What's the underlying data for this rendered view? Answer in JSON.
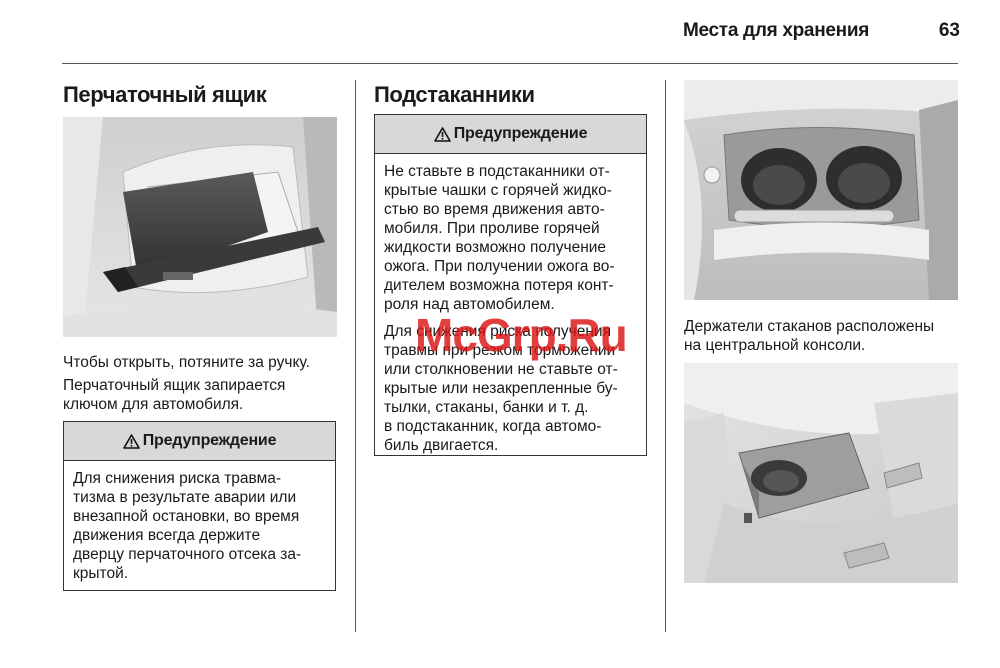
{
  "header": {
    "title": "Места для хранения",
    "page_number": "63"
  },
  "glovebox": {
    "title": "Перчаточный ящик",
    "para1": "Чтобы открыть, потяните за ручку.",
    "para2_lines": [
      "Перчаточный ящик запирается",
      "ключом для автомобиля."
    ],
    "warning": {
      "heading": "Предупреждение",
      "lines": [
        "Для снижения риска травма-",
        "тизма в результате аварии или",
        "внезапной остановки, во время",
        "движения всегда держите",
        "дверцу перчаточного отсека за-",
        "крытой."
      ]
    }
  },
  "cupholders": {
    "title": "Подстаканники",
    "warning": {
      "heading": "Предупреждение",
      "para1_lines": [
        "Не ставьте в подстаканники от-",
        "крытые чашки с горячей жидко-",
        "стью во время движения авто-",
        "мобиля. При проливе горячей",
        "жидкости возможно получение",
        "ожога. При получении ожога во-",
        "дителем возможна потеря конт-",
        "роля над автомобилем."
      ],
      "para2_lines": [
        "Для снижения риска получения",
        "травмы при резком торможении",
        "или столкновении не ставьте от-",
        "крытые или незакрепленные бу-",
        "тылки, стаканы, банки и т. д.",
        "в подстаканник, когда автомо-",
        "биль двигается."
      ]
    }
  },
  "right_column": {
    "caption_lines": [
      "Держатели стаканов расположены",
      "на центральной консоли."
    ]
  },
  "watermark": "McGrp.Ru",
  "icons": {
    "warning": "warning-triangle-icon"
  }
}
